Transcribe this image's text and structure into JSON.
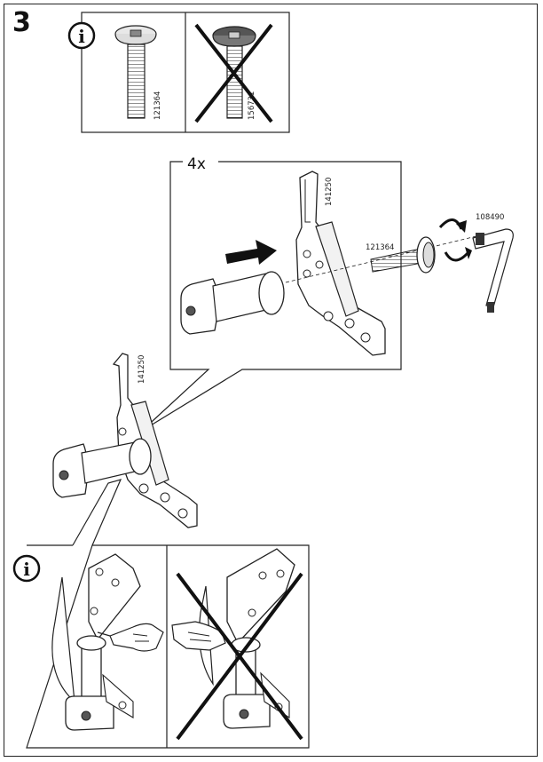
{
  "step_number": "3",
  "info_panel_top": {
    "info_icon_symbol": "i",
    "correct_screw_code": "121364",
    "wrong_screw_code": "156731"
  },
  "detail_panel": {
    "multiplier": "4x",
    "bracket_code": "141250",
    "screw_code": "121364",
    "key_code": "108490"
  },
  "main_view": {
    "bracket_code": "141250"
  },
  "info_panel_bottom": {
    "info_icon_symbol": "i"
  }
}
